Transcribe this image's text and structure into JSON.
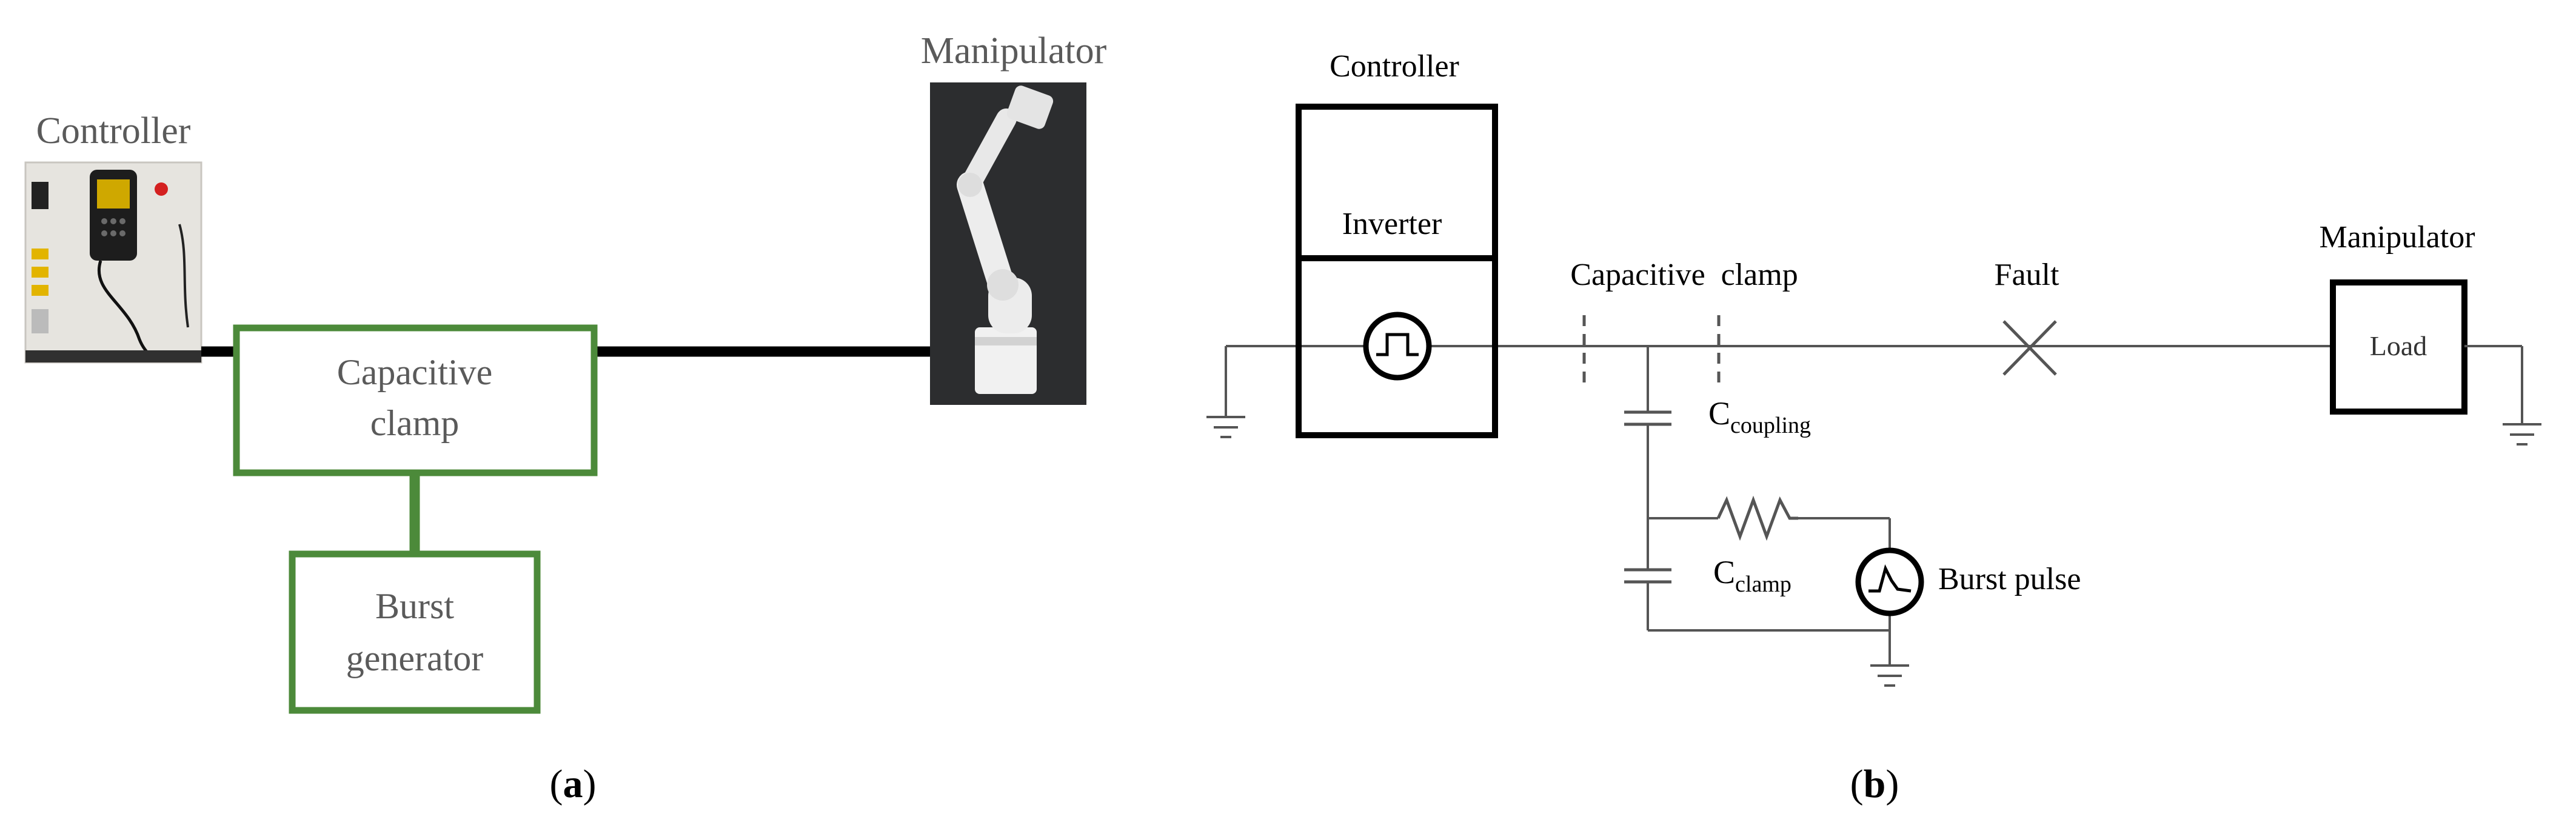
{
  "panel_a": {
    "caption_open": "(",
    "caption_letter": "a",
    "caption_close": ")",
    "controller_label": "Controller",
    "manipulator_label": "Manipulator",
    "clamp_line1": "Capacitive",
    "clamp_line2": "clamp",
    "burst_line1": "Burst",
    "burst_line2": "generator",
    "colors": {
      "box": "#4c8a3a",
      "line": "#000000",
      "label": "#5a5a5a"
    }
  },
  "panel_b": {
    "caption_open": "(",
    "caption_letter": "b",
    "caption_close": ")",
    "controller_label": "Controller",
    "inverter_label": "Inverter",
    "capacitive_clamp_label": "Capacitive  clamp",
    "fault_label": "Fault",
    "manipulator_label": "Manipulator",
    "load_label": "Load",
    "c_coupling_main": "C",
    "c_coupling_sub": "coupling",
    "c_clamp_main": "C",
    "c_clamp_sub": "clamp",
    "burst_pulse_label": "Burst pulse",
    "colors": {
      "wire": "#555555",
      "box": "#000000"
    }
  }
}
